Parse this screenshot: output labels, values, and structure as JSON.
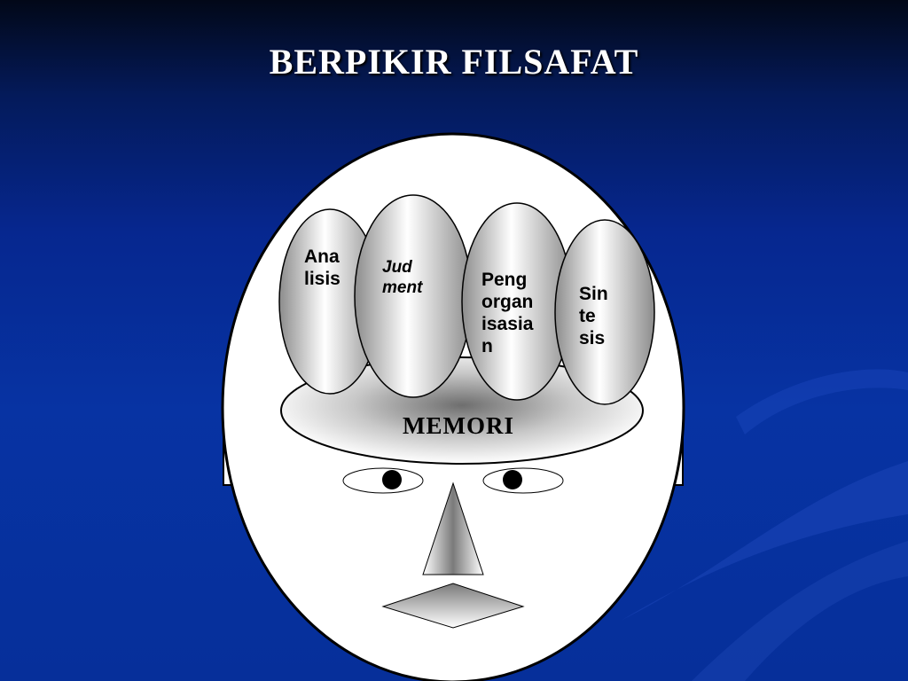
{
  "slide": {
    "title": "BERPIKIR FILSAFAT"
  },
  "brain_lobes": [
    {
      "name": "analisis",
      "lines": [
        "Ana",
        "lisis"
      ],
      "italic": false
    },
    {
      "name": "judment",
      "lines": [
        "Jud",
        "ment"
      ],
      "italic": true
    },
    {
      "name": "pengorganisasian",
      "lines": [
        "Peng",
        "organ",
        "isasia",
        "n"
      ],
      "italic": false
    },
    {
      "name": "sintesis",
      "lines": [
        "Sin",
        "te",
        "sis"
      ],
      "italic": false
    }
  ],
  "memory": {
    "label": "MEMORI"
  },
  "colors": {
    "background_dark": "#020818",
    "background_blue": "#0733a3",
    "title": "#ffffff",
    "face": "#ffffff",
    "outline": "#000000",
    "shading": "#8a8a8a"
  }
}
